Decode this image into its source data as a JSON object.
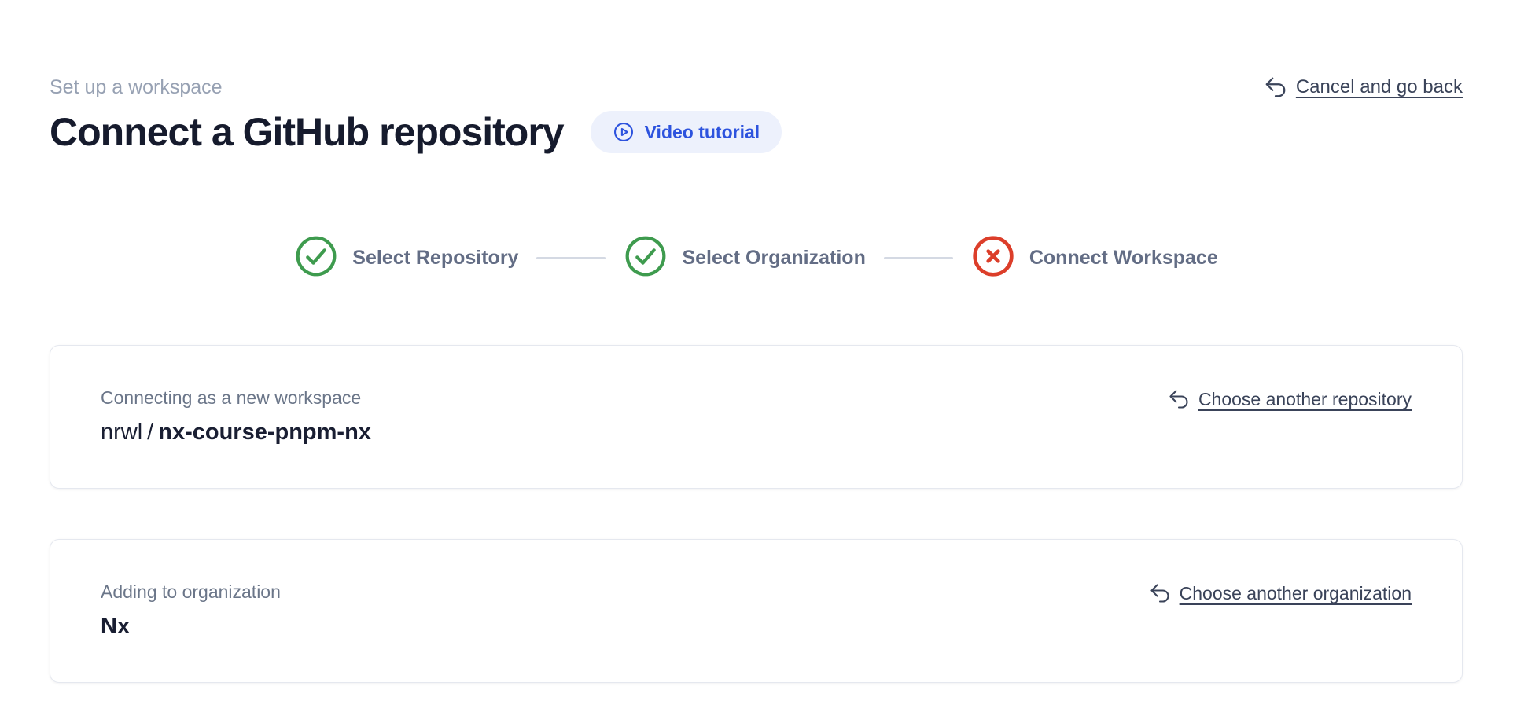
{
  "page": {
    "eyebrow": "Set up a workspace",
    "title": "Connect a GitHub repository",
    "video_tutorial_label": "Video tutorial",
    "cancel_label": "Cancel and go back"
  },
  "stepper": {
    "steps": [
      {
        "label": "Select Repository",
        "status": "complete",
        "icon": "check-circle-icon"
      },
      {
        "label": "Select Organization",
        "status": "complete",
        "icon": "check-circle-icon"
      },
      {
        "label": "Connect Workspace",
        "status": "error",
        "icon": "x-circle-icon"
      }
    ]
  },
  "repository_card": {
    "label": "Connecting as a new workspace",
    "owner": "nrwl",
    "separator": "/",
    "repo": "nx-course-pnpm-nx",
    "action_label": "Choose another repository"
  },
  "organization_card": {
    "label": "Adding to organization",
    "name": "Nx",
    "action_label": "Choose another organization"
  },
  "icons": {
    "video": "play-circle-icon",
    "back": "undo-arrow-icon"
  },
  "colors": {
    "accent_blue": "#2d53de",
    "accent_blue_bg": "#edf1fc",
    "success_green": "#3e9b4e",
    "error_red": "#dc3e2a",
    "link_slate": "#3a4359",
    "muted_gray": "#97a1b3"
  }
}
